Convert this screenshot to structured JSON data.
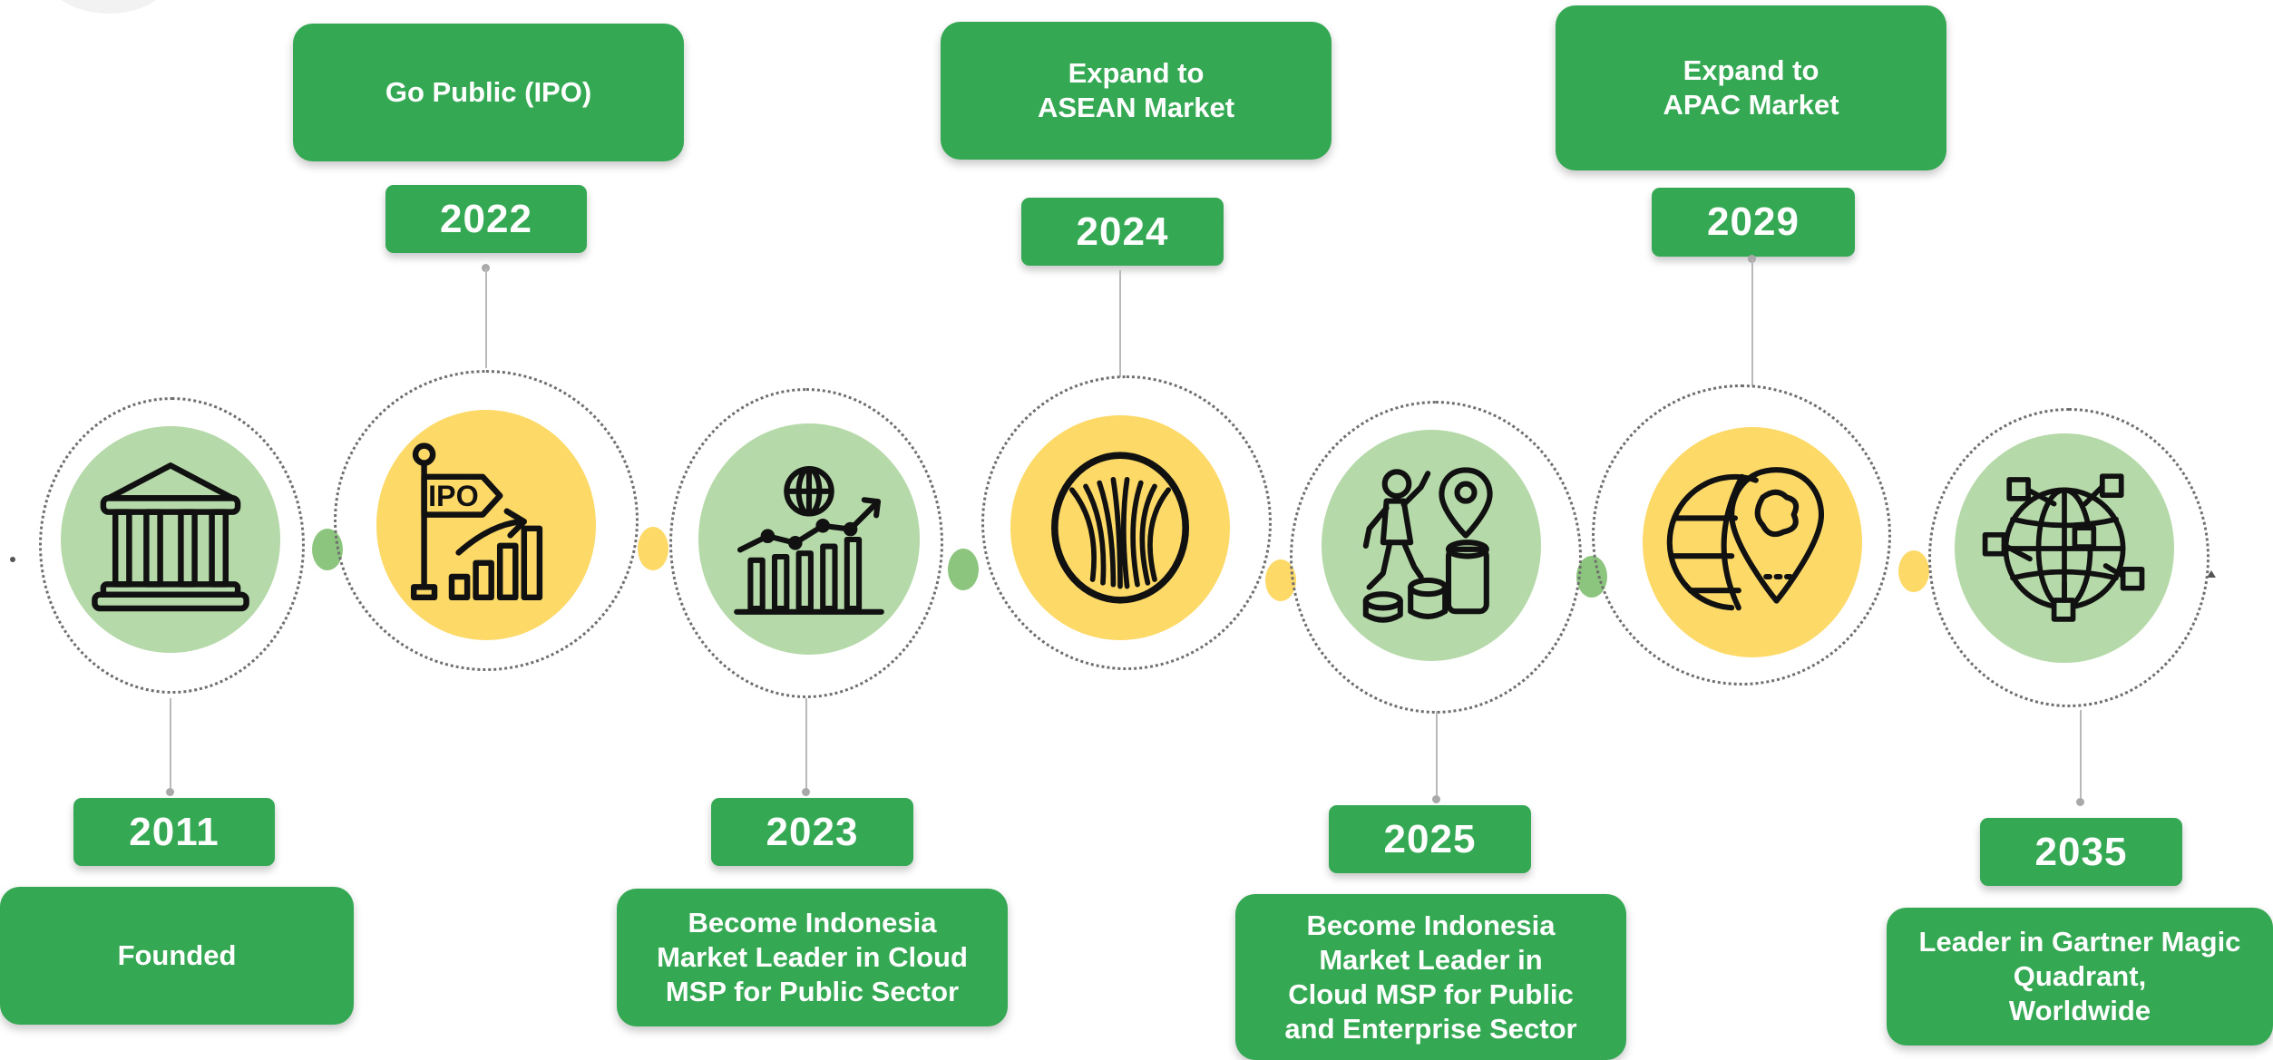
{
  "milestones": [
    {
      "year": "2011",
      "title": "Founded",
      "icon": "bank-building-icon",
      "fill": "#b5d9a8"
    },
    {
      "year": "2022",
      "title": "Go Public (IPO)",
      "icon": "ipo-flag-growth-icon",
      "fill": "#fdd968"
    },
    {
      "year": "2023",
      "title": "Become Indonesia\nMarket Leader in Cloud\nMSP for Public Sector",
      "icon": "globe-growth-chart-icon",
      "fill": "#b5d9a8"
    },
    {
      "year": "2024",
      "title": "Expand to\nASEAN Market",
      "icon": "asean-emblem-icon",
      "fill": "#fdd968"
    },
    {
      "year": "2025",
      "title": "Become Indonesia\nMarket Leader in\nCloud MSP for Public\nand Enterprise Sector",
      "icon": "businessman-climbing-location-icon",
      "fill": "#b5d9a8"
    },
    {
      "year": "2029",
      "title": "Expand to\nAPAC Market",
      "icon": "globe-map-pin-icon",
      "fill": "#fdd968"
    },
    {
      "year": "2035",
      "title": "Leader in Gartner Magic\nQuadrant,\nWorldwide",
      "icon": "global-network-icon",
      "fill": "#b5d9a8"
    }
  ],
  "colors": {
    "green_box": "#34a853",
    "green_circle": "#b5d9a8",
    "yellow_circle": "#fdd968",
    "green_dot": "#8cc57d",
    "yellow_dot": "#fdd968"
  }
}
